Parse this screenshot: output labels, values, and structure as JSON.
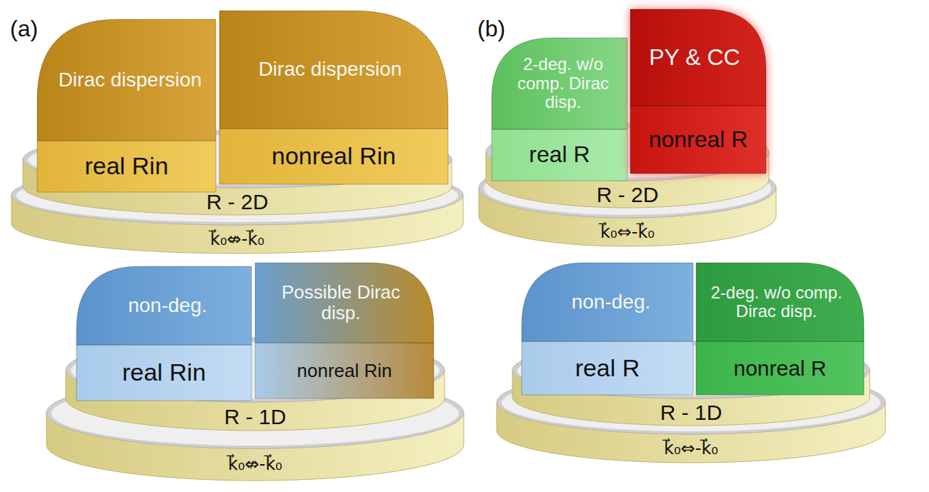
{
  "diagram": {
    "nodes": [
      {
        "text": [
          "R - 2D",
          "k⃗₀⇎-k⃗₀"
        ]
      },
      {
        "text": [
          "Dirac dispersion",
          "real Rin"
        ],
        "in": 0
      },
      {
        "text": [
          "Dirac dispersion",
          "nonreal Rin"
        ],
        "in": 0
      },
      {
        "text": [
          "R - 1D",
          "k⃗₀⇎-k⃗₀"
        ]
      },
      {
        "text": [
          "non-deg.",
          "real Rin"
        ],
        "in": 3
      },
      {
        "text": [
          "Possible Dirac disp.",
          "nonreal Rin"
        ],
        "in": 3
      },
      {
        "text": [
          "R - 2D",
          "k⃗₀⇔-k⃗₀"
        ]
      },
      {
        "text": [
          "2-deg. w/o comp. Dirac disp.",
          "real R"
        ],
        "in": 6
      },
      {
        "text": [
          "PY & CC",
          "nonreal R"
        ],
        "in": 6
      },
      {
        "text": [
          "R - 1D",
          "k⃗₀⇔-k⃗₀"
        ]
      },
      {
        "text": [
          "non-deg.",
          "real R"
        ],
        "in": 9
      },
      {
        "text": [
          "2-deg. w/o comp. Dirac disp.",
          "nonreal R"
        ],
        "in": 9
      }
    ],
    "labels": [
      "(a)",
      "(b)"
    ]
  }
}
